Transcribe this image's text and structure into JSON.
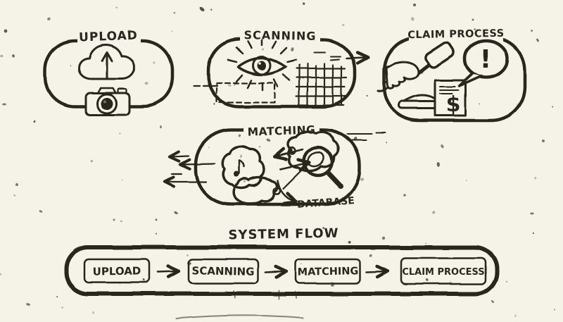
{
  "palette": {
    "paper": "#f5f2e8",
    "ink": "#29261f"
  },
  "diagram": {
    "stages": [
      {
        "id": "upload",
        "label": "UPLOAD"
      },
      {
        "id": "scanning",
        "label": "SCANNING"
      },
      {
        "id": "claim_process",
        "label": "CLAIM PROCESS"
      },
      {
        "id": "matching",
        "label": "MATCHING"
      }
    ],
    "database_label": "DATABASE",
    "claim_symbols": {
      "invoice": "$",
      "alert": "!"
    }
  },
  "system_flow": {
    "title": "SYSTEM FLOW",
    "steps": [
      "UPLOAD",
      "SCANNING",
      "MATCHING",
      "CLAIM PROCESS"
    ]
  }
}
